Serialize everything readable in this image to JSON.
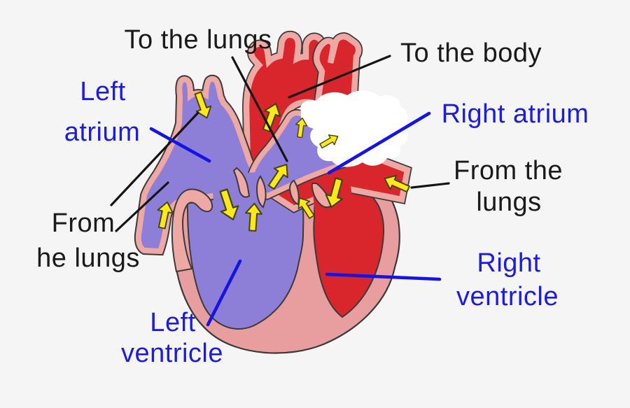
{
  "diagram": {
    "name": "Heart blood flow diagram",
    "labels": {
      "to_the_lungs": {
        "text": "To the lungs"
      },
      "to_the_body": {
        "text": "To the body"
      },
      "left_atrium": {
        "line1": "Left",
        "line2": "atrium"
      },
      "right_atrium": {
        "text": "Right atrium"
      },
      "from_the_lungs_right": {
        "line1": "From the",
        "line2": "lungs"
      },
      "from_the_lungs_left": {
        "line1": "From",
        "line2": "he lungs"
      },
      "left_ventricle": {
        "line1": "Left",
        "line2": "ventricle"
      },
      "right_ventricle": {
        "line1": "Right",
        "line2": "ventricle"
      }
    },
    "colors": {
      "background": "#F5F5F6",
      "label_black": "#1A1A1A",
      "label_blue": "#1C1CE0",
      "pointer_black": "#141414",
      "pointer_blue": "#1414E6",
      "oxygen_rich_red": "#D8262C",
      "oxygen_poor_purple": "#8D7ED8",
      "heart_wall_pink": "#E89E9E",
      "vessel_border_pink": "#EFA9A4",
      "flow_arrow_yellow": "#FFE817",
      "arrow_outline": "#45450F",
      "anatomy_outline": "#3A3A3A",
      "highlight_white": "#FFFFFF"
    }
  }
}
